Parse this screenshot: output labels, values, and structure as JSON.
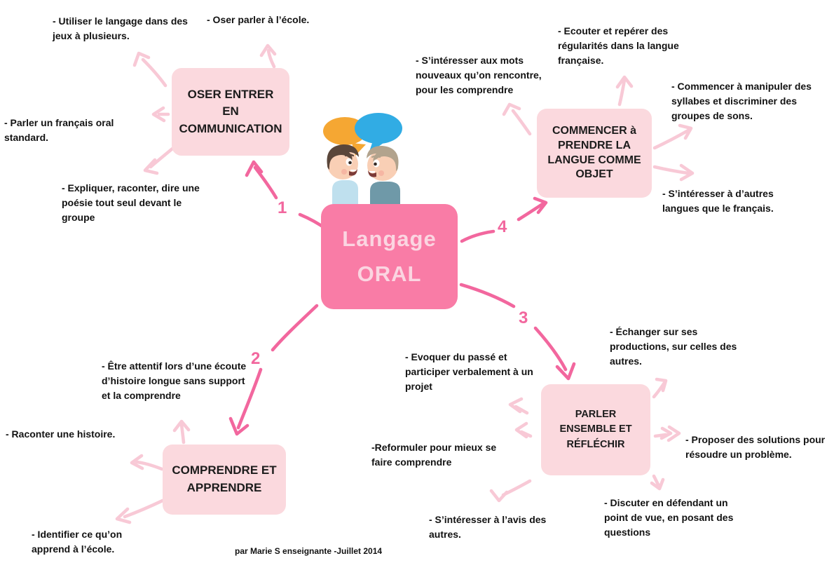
{
  "page": {
    "background": "#ffffff"
  },
  "colors": {
    "center_fill": "#f97ca6",
    "center_text": "#fbd5e1",
    "branch_box_fill": "#fbd9de",
    "branch_box_text": "#1c1c1c",
    "strong_arrow": "#f2679e",
    "light_arrow": "#f8c9d6",
    "body_text": "#121212",
    "bubble_orange": "#f5a733",
    "bubble_blue": "#31ace4"
  },
  "center": {
    "title": "Langage ORAL"
  },
  "illustration": {
    "name": "two-children-talking"
  },
  "branches": [
    {
      "number": "1",
      "title": "OSER ENTRER EN COMMUNICATION",
      "items": [
        "- Utiliser le langage dans des jeux à plusieurs.",
        "- Oser parler à l’école.",
        "- Parler un français oral standard.",
        "- Expliquer, raconter, dire une poésie tout seul devant le groupe"
      ]
    },
    {
      "number": "2",
      "title": "COMPRENDRE ET APPRENDRE",
      "items": [
        "- Être attentif lors d’une écoute d’histoire longue sans support et la comprendre",
        "- Raconter une histoire.",
        "- Identifier ce qu’on apprend à l’école."
      ]
    },
    {
      "number": "3",
      "title": "PARLER ENSEMBLE ET RÉFLÉCHIR",
      "items": [
        "- Evoquer du passé et participer verbalement à un projet",
        "- Échanger sur ses productions, sur celles des autres.",
        "-Reformuler pour mieux se faire comprendre",
        "- Proposer des solutions pour résoudre un problème.",
        "- S’intéresser à l’avis des autres.",
        "- Discuter en défendant un point de vue, en posant des questions"
      ]
    },
    {
      "number": "4",
      "title": "COMMENCER à PRENDRE LA LANGUE COMME OBJET",
      "items": [
        "- S’intéresser aux mots nouveaux qu’on rencontre, pour les comprendre",
        "- Ecouter et repérer des régularités dans la langue française.",
        "- Commencer à manipuler des syllabes et discriminer des groupes de sons.",
        "- S’intéresser à d’autres langues que le français."
      ]
    }
  ],
  "footer": {
    "credit": "par Marie S enseignante -Juillet 2014"
  }
}
